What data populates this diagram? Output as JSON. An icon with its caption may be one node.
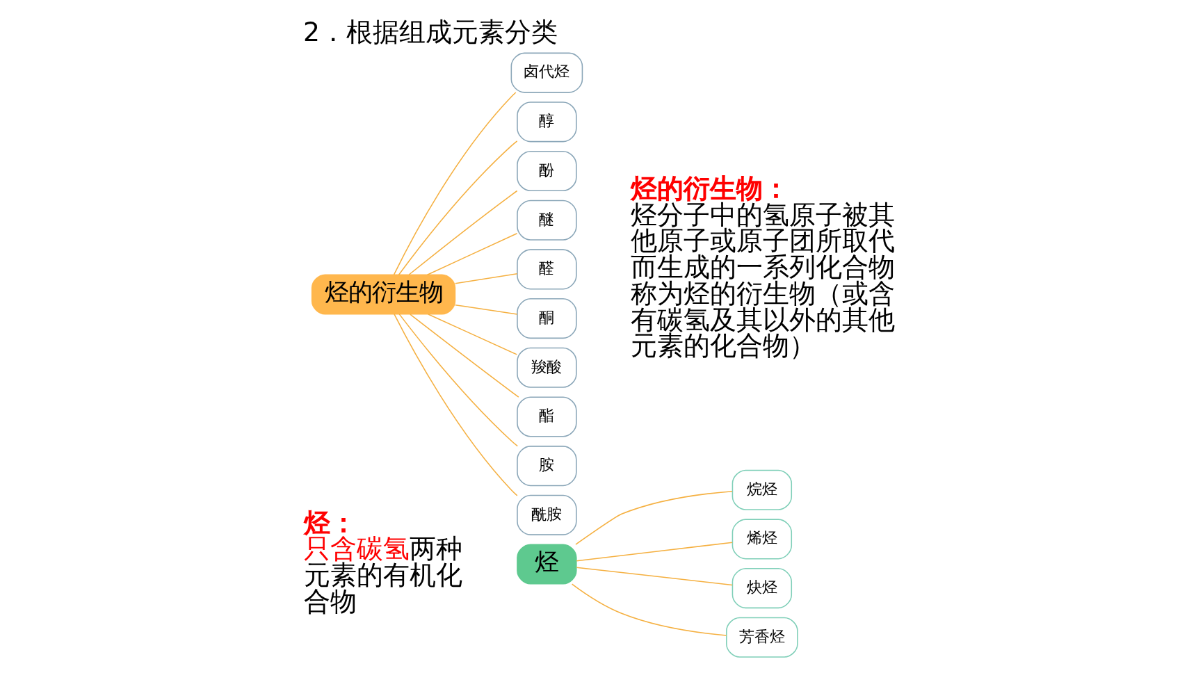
{
  "diagram": {
    "title": "2．根据组成元素分类",
    "nodes": [
      {
        "text": [
          "烃"
        ]
      },
      {
        "text": [
          "烷烃"
        ]
      },
      {
        "text": [
          "烯烃"
        ]
      },
      {
        "text": [
          "炔烃"
        ]
      },
      {
        "text": [
          "芳香烃"
        ]
      },
      {
        "text": [
          "烃的衍生物"
        ]
      },
      {
        "text": [
          "卤代烃"
        ]
      },
      {
        "text": [
          "醇"
        ]
      },
      {
        "text": [
          "酚"
        ]
      },
      {
        "text": [
          "醚"
        ]
      },
      {
        "text": [
          "醛"
        ]
      },
      {
        "text": [
          "酮"
        ]
      },
      {
        "text": [
          "羧酸"
        ]
      },
      {
        "text": [
          "酯"
        ]
      },
      {
        "text": [
          "胺"
        ]
      },
      {
        "text": [
          "酰胺"
        ]
      }
    ],
    "edges": [
      {
        "from": 0,
        "to": 1,
        "arrow": "none"
      },
      {
        "from": 0,
        "to": 2,
        "arrow": "none"
      },
      {
        "from": 0,
        "to": 3,
        "arrow": "none"
      },
      {
        "from": 0,
        "to": 4,
        "arrow": "none"
      },
      {
        "from": 5,
        "to": 6,
        "arrow": "none"
      },
      {
        "from": 5,
        "to": 7,
        "arrow": "none"
      },
      {
        "from": 5,
        "to": 8,
        "arrow": "none"
      },
      {
        "from": 5,
        "to": 9,
        "arrow": "none"
      },
      {
        "from": 5,
        "to": 10,
        "arrow": "none"
      },
      {
        "from": 5,
        "to": 11,
        "arrow": "none"
      },
      {
        "from": 5,
        "to": 12,
        "arrow": "none"
      },
      {
        "from": 5,
        "to": 13,
        "arrow": "none"
      },
      {
        "from": 5,
        "to": 14,
        "arrow": "none"
      },
      {
        "from": 5,
        "to": 15,
        "arrow": "none"
      }
    ],
    "labels": [
      "烃：",
      "只含碳氢",
      "两种元素的有机化合物",
      "烃的衍生物：",
      "烃分子中的氢原子被其他原子或原子团所取代而生成的一系列化合物称为烃的衍生物（或含有碳氢及其以外的其他元素的化合物）"
    ]
  }
}
